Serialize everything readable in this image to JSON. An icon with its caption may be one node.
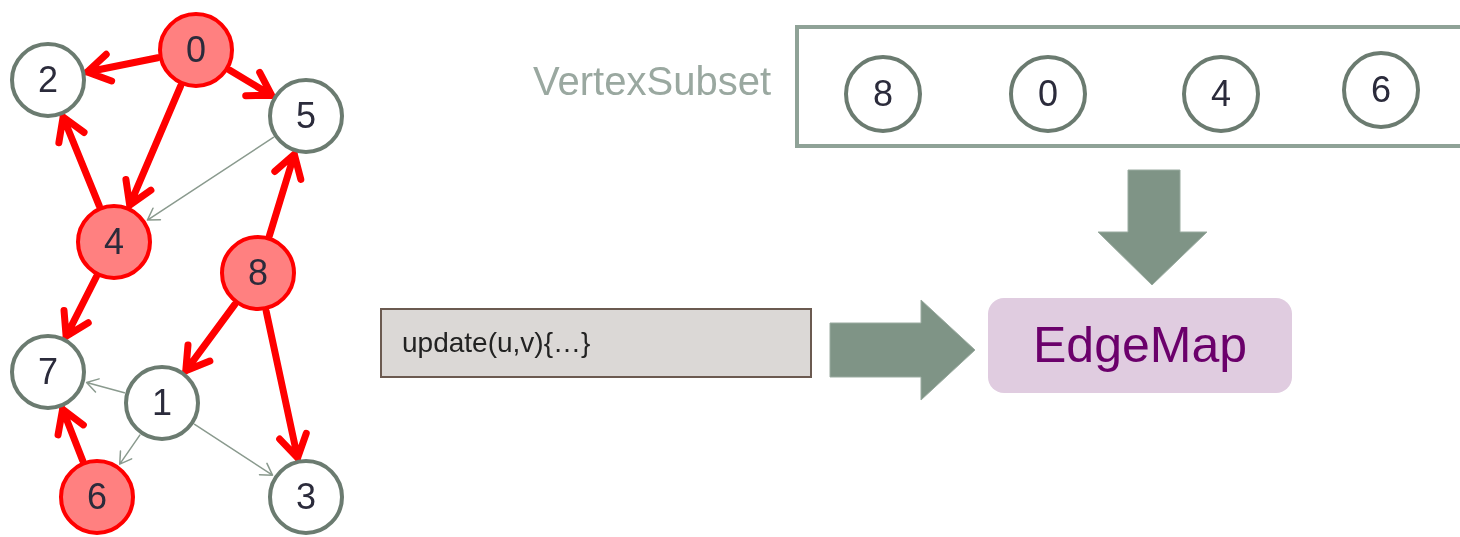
{
  "diagram": {
    "nodes": [
      {
        "text": [
          "0"
        ]
      },
      {
        "text": [
          "2"
        ]
      },
      {
        "text": [
          "5"
        ]
      },
      {
        "text": [
          "4"
        ]
      },
      {
        "text": [
          "8"
        ]
      },
      {
        "text": [
          "7"
        ]
      },
      {
        "text": [
          "1"
        ]
      },
      {
        "text": [
          "6"
        ]
      },
      {
        "text": [
          "3"
        ]
      },
      {
        "text": [
          "VertexSubset"
        ]
      },
      {
        "text": [
          "8"
        ],
        "in": 9
      },
      {
        "text": [
          "0"
        ],
        "in": 9
      },
      {
        "text": [
          "4"
        ],
        "in": 9
      },
      {
        "text": [
          "6"
        ],
        "in": 9
      },
      {
        "text": [
          "update(u,v){…}"
        ]
      },
      {
        "text": [
          "EdgeMap"
        ]
      }
    ],
    "edges": [
      {
        "from": 0,
        "to": 1,
        "arrow": "to"
      },
      {
        "from": 0,
        "to": 2,
        "arrow": "to"
      },
      {
        "from": 0,
        "to": 3,
        "arrow": "to"
      },
      {
        "from": 3,
        "to": 1,
        "arrow": "to"
      },
      {
        "from": 3,
        "to": 5,
        "arrow": "to"
      },
      {
        "from": 4,
        "to": 2,
        "arrow": "to"
      },
      {
        "from": 4,
        "to": 6,
        "arrow": "to"
      },
      {
        "from": 4,
        "to": 8,
        "arrow": "to"
      },
      {
        "from": 7,
        "to": 5,
        "arrow": "to"
      },
      {
        "from": 2,
        "to": 3,
        "arrow": "to",
        "color": "#8a9a8e"
      },
      {
        "from": 6,
        "to": 5,
        "arrow": "to",
        "color": "#8a9a8e"
      },
      {
        "from": 6,
        "to": 7,
        "arrow": "to",
        "color": "#8a9a8e"
      },
      {
        "from": 6,
        "to": 8,
        "arrow": "to",
        "color": "#8a9a8e"
      },
      {
        "from": 9,
        "to": 15,
        "arrow": "to",
        "style": "thick",
        "color": "#7f9486"
      },
      {
        "from": 14,
        "to": 15,
        "arrow": "to",
        "style": "thick",
        "color": "#7f9486"
      }
    ]
  }
}
